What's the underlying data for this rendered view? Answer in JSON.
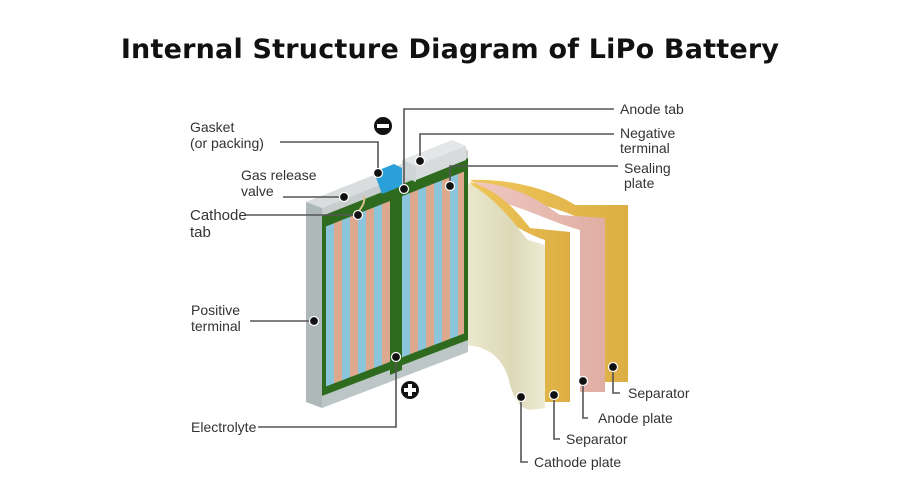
{
  "title": "Internal Structure Diagram of LiPo Battery",
  "labels": {
    "gasket": [
      "Gasket",
      "(or packing)"
    ],
    "gas_release_valve": [
      "Gas release",
      "valve"
    ],
    "cathode_tab": [
      "Cathode",
      "tab"
    ],
    "positive_terminal": [
      "Positive",
      "terminal"
    ],
    "electrolyte": [
      "Electrolyte"
    ],
    "anode_tab": [
      "Anode tab"
    ],
    "negative_terminal": [
      "Negative",
      "terminal"
    ],
    "sealing_plate": [
      "Sealing",
      "plate"
    ],
    "separator_outer": [
      "Separator"
    ],
    "anode_plate": [
      "Anode plate"
    ],
    "separator_inner": [
      "Separator"
    ],
    "cathode_plate": [
      "Cathode plate"
    ]
  },
  "symbols": {
    "negative": "minus-sign",
    "positive": "plus-sign"
  },
  "colors": {
    "casing": "#b9c3c4",
    "casing_top": "#d8dcdc",
    "green_frame": "#2e6b1f",
    "blue_layer": "#8cc4dc",
    "pink_layer": "#dca88e",
    "gasket_blue": "#2a9fd8",
    "cathode_sheet": "#e6e2c4",
    "separator_sheet": "#e7bd52",
    "anode_sheet": "#e8b9b0",
    "leader_line": "#555555"
  }
}
